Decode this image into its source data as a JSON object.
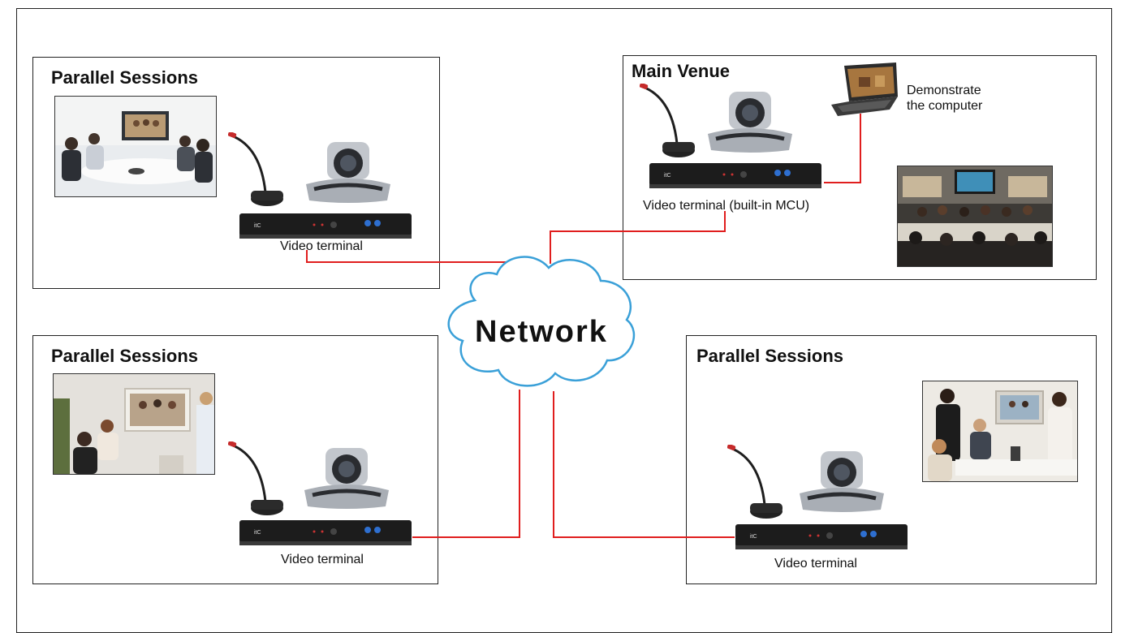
{
  "network": {
    "label": "Network"
  },
  "main_venue": {
    "title": "Main Venue",
    "terminal_caption": "Video terminal (built-in MCU)",
    "computer_caption_line1": "Demonstrate",
    "computer_caption_line2": "the computer"
  },
  "sessions": [
    {
      "title": "Parallel Sessions",
      "terminal_caption": "Video terminal"
    },
    {
      "title": "Parallel Sessions",
      "terminal_caption": "Video terminal"
    },
    {
      "title": "Parallel Sessions",
      "terminal_caption": "Video terminal"
    }
  ],
  "colors": {
    "link": "#e01e1e",
    "cloud_stroke": "#3aa0d8",
    "device_dark": "#1c1c1c",
    "camera_silver": "#b8bcc2"
  }
}
